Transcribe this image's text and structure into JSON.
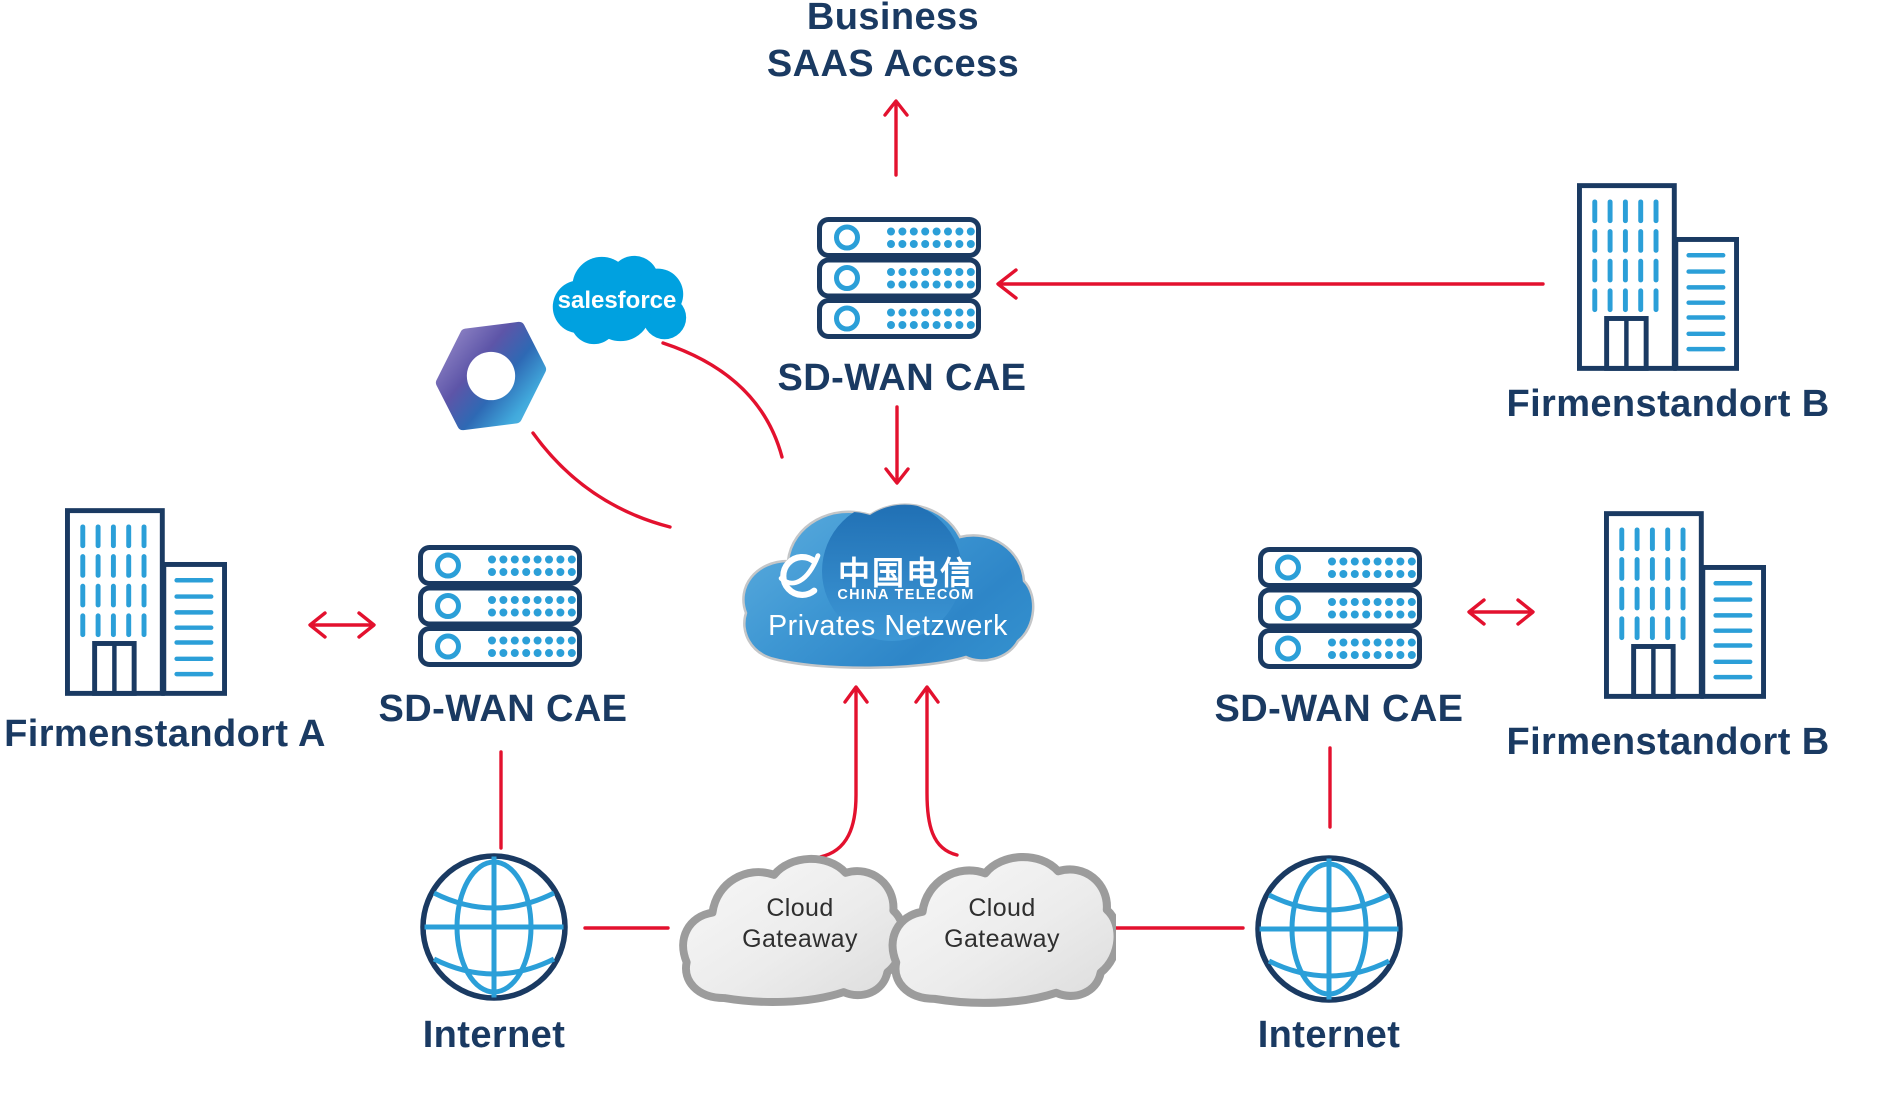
{
  "title": {
    "line1": "Business",
    "line2": "SAAS Access"
  },
  "labels": {
    "sdwan_top": "SD-WAN CAE",
    "sdwan_left": "SD-WAN CAE",
    "sdwan_right": "SD-WAN CAE",
    "site_a": "Firmenstandort A",
    "site_b_top": "Firmenstandort B",
    "site_b_right": "Firmenstandort B",
    "internet_left": "Internet",
    "internet_right": "Internet"
  },
  "telecom_cloud": {
    "brand_cn": "中国电信",
    "brand_en": "CHINA TELECOM",
    "caption": "Privates Netzwerk"
  },
  "gateway_left": {
    "line1": "Cloud",
    "line2": "Gateaway"
  },
  "gateway_right": {
    "line1": "Cloud",
    "line2": "Gateaway"
  },
  "logos": {
    "salesforce_text": "salesforce",
    "microsoft365": "microsoft-365-icon",
    "china_telecom": "china-telecom-icon"
  },
  "colors": {
    "navy": "#1A3A62",
    "light_blue": "#2B9FD8",
    "red": "#E3112E",
    "salesforce_blue": "#00A1E0",
    "telecom_cloud_dark": "#1E6DB2",
    "telecom_cloud_light": "#5AABDD",
    "grey_cloud_border": "#9C9C9C"
  }
}
